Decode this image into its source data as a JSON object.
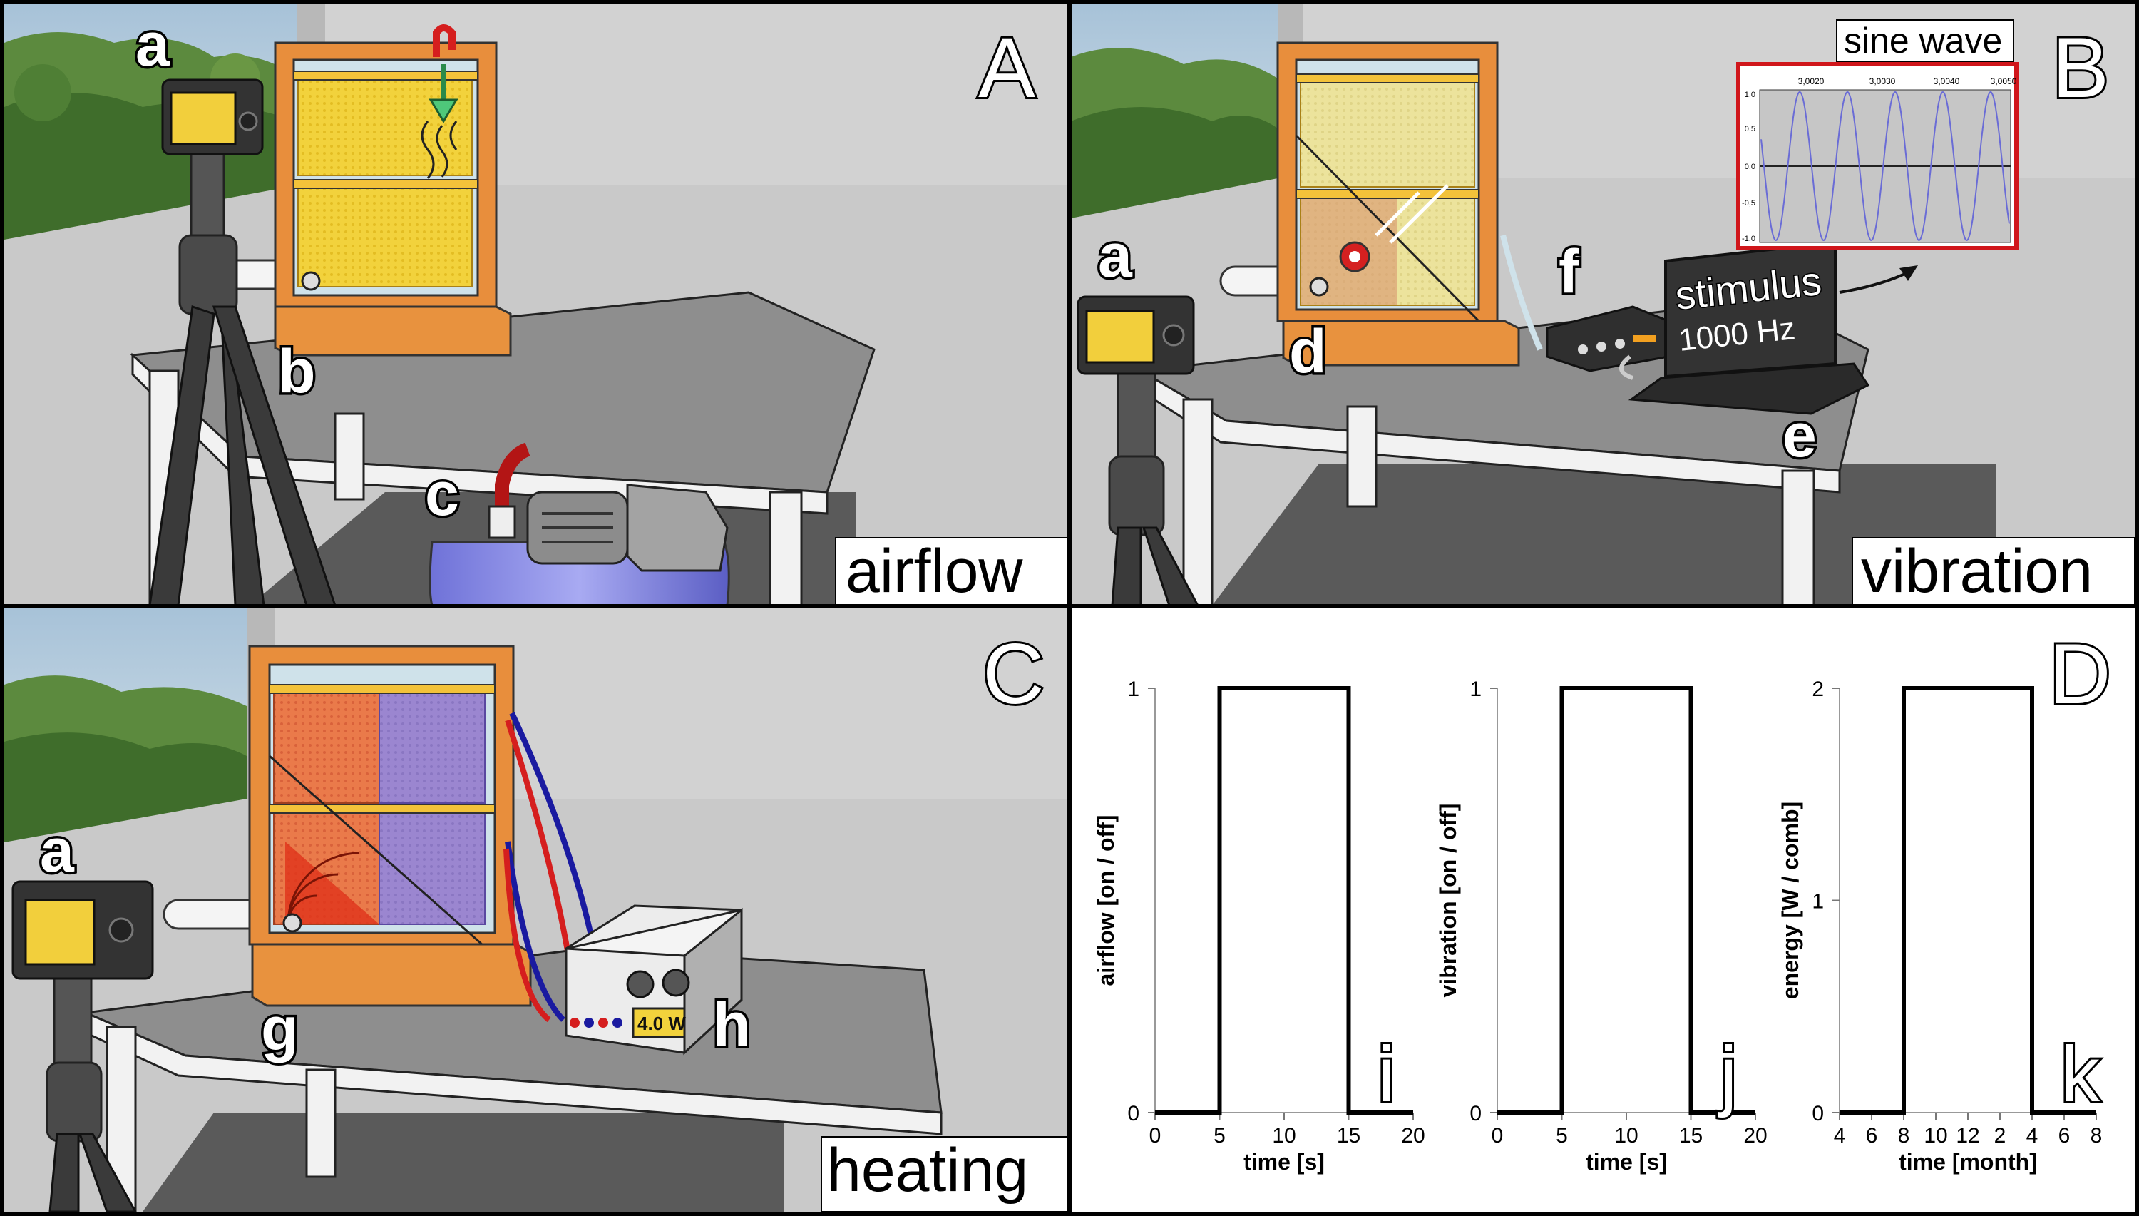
{
  "panels": {
    "A": {
      "letter": "A",
      "caption": "airflow"
    },
    "B": {
      "letter": "B",
      "caption": "vibration",
      "inset_title": "sine wave",
      "screen_line1": "stimulus",
      "screen_line2": "1000 Hz",
      "inset_xticks": [
        "3,0020",
        "3,0030",
        "3,0040",
        "3,0050"
      ],
      "inset_yticks": [
        "1,0",
        "0,5",
        "0,0",
        "-0,5",
        "-1,0"
      ]
    },
    "C": {
      "letter": "C",
      "caption": "heating",
      "display": "4.0 W"
    },
    "D": {
      "letter": "D"
    }
  },
  "callouts": {
    "a": "a",
    "b": "b",
    "c": "c",
    "d": "d",
    "e": "e",
    "f": "f",
    "g": "g",
    "h": "h"
  },
  "chart_data": [
    {
      "type": "line",
      "panel_label": "i",
      "xlabel": "time [s]",
      "ylabel": "airflow [on / off]",
      "x": [
        0,
        5,
        5,
        15,
        15,
        20
      ],
      "y": [
        0,
        0,
        1,
        1,
        0,
        0
      ],
      "xlim": [
        0,
        20
      ],
      "ylim": [
        0,
        1
      ],
      "xticks": [
        "0",
        "5",
        "10",
        "15",
        "20"
      ],
      "yticks": [
        "0",
        "1"
      ]
    },
    {
      "type": "line",
      "panel_label": "j",
      "xlabel": "time [s]",
      "ylabel": "vibration [on / off]",
      "x": [
        0,
        5,
        5,
        15,
        15,
        20
      ],
      "y": [
        0,
        0,
        1,
        1,
        0,
        0
      ],
      "xlim": [
        0,
        20
      ],
      "ylim": [
        0,
        1
      ],
      "xticks": [
        "0",
        "5",
        "10",
        "15",
        "20"
      ],
      "yticks": [
        "0",
        "1"
      ]
    },
    {
      "type": "line",
      "panel_label": "k",
      "xlabel": "time [month]",
      "ylabel": "energy [W / comb]",
      "x": [
        0,
        2.5,
        2.5,
        7.5,
        7.5,
        10
      ],
      "y": [
        0,
        0,
        2,
        2,
        0,
        0
      ],
      "xlim": [
        0,
        10
      ],
      "ylim": [
        0,
        2
      ],
      "xticks": [
        "4",
        "6",
        "8",
        "10",
        "12",
        "2",
        "4",
        "6",
        "8"
      ],
      "yticks": [
        "0",
        "1",
        "2"
      ]
    }
  ]
}
